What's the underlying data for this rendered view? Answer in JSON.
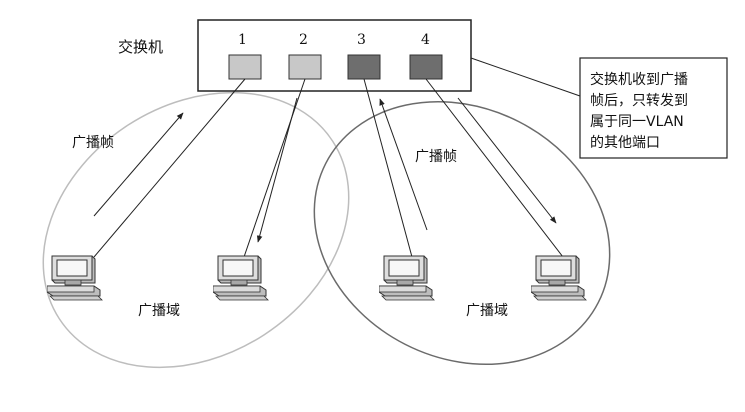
{
  "switch": {
    "label": "交换机",
    "ports": [
      "1",
      "2",
      "3",
      "4"
    ],
    "colors": {
      "vlan_a_port": "#c8c8c8",
      "vlan_b_port": "#6e6e6e"
    }
  },
  "labels": {
    "frame_left": "广播帧",
    "frame_right": "广播帧",
    "domain_left": "广播域",
    "domain_right": "广播域"
  },
  "callout": {
    "lines": [
      "交换机收到广播",
      "帧后，只转发到",
      "属于同一VLAN",
      "的其他端口"
    ]
  },
  "colors": {
    "domain_left_outline": "#bdbdbd",
    "domain_right_outline": "#6b6b6b",
    "line": "#222222"
  },
  "icons": {
    "computer": "desktop-computer-icon"
  }
}
